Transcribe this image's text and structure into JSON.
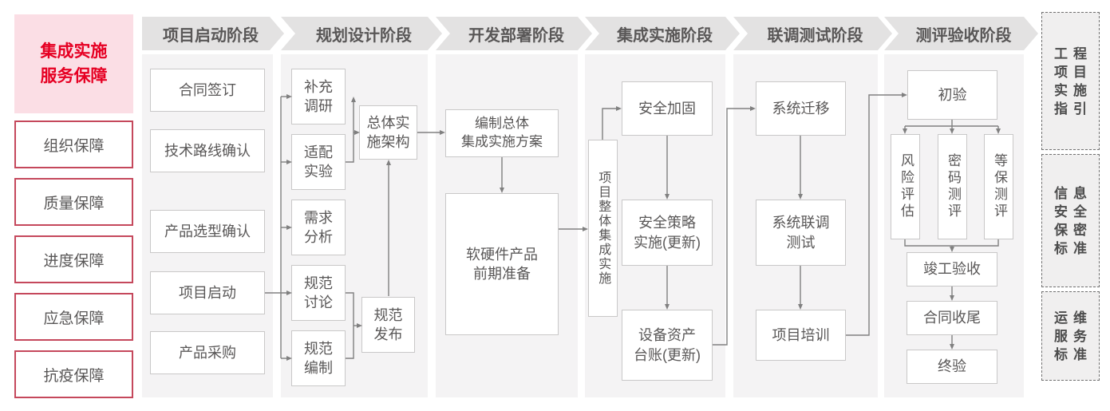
{
  "sidebar": {
    "title": "集成实施\n服务保障",
    "items": [
      "组织保障",
      "质量保障",
      "进度保障",
      "应急保障",
      "抗疫保障"
    ]
  },
  "phases": [
    "项目启动阶段",
    "规划设计阶段",
    "开发部署阶段",
    "集成实施阶段",
    "联调测试阶段",
    "测评验收阶段"
  ],
  "nodes": {
    "contract_signing": "合同签订",
    "tech_route_confirm": "技术路线确认",
    "product_selection_confirm": "产品选型确认",
    "project_kickoff": "项目启动",
    "product_procurement": "产品采购",
    "supplementary_research": "补充\n调研",
    "adaptation_test": "适配\n实验",
    "requirement_analysis": "需求\n分析",
    "spec_discussion": "规范\n讨论",
    "spec_compilation": "规范\n编制",
    "overall_impl_architecture": "总体实\n施架构",
    "spec_release": "规范\n发布",
    "compile_overall_plan": "编制总体\n集成实施方案",
    "hw_sw_preparation": "软硬件产品\n前期准备",
    "overall_integration_impl": "项目整体集成实施",
    "security_hardening": "安全加固",
    "security_policy_impl": "安全策略\n实施(更新)",
    "asset_ledger_update": "设备资产\n台账(更新)",
    "system_migration": "系统迁移",
    "system_joint_debug_test": "系统联调\n测试",
    "project_training": "项目培训",
    "initial_acceptance": "初验",
    "risk_assessment": "风险评估",
    "crypto_evaluation": "密码测评",
    "classified_protection_evaluation": "等保测评",
    "completion_acceptance": "竣工验收",
    "contract_closure": "合同收尾",
    "final_acceptance": "终验"
  },
  "standards": [
    "工程\n项目\n实施\n指引",
    "信息\n安全\n保密\n标准",
    "运维\n服务\n标准"
  ],
  "colors": {
    "accent_red": "#e60023",
    "pink_bg": "#fbdee5",
    "red_border": "#c5485c",
    "banner_bg": "#e3e2e2",
    "panel_bg": "#f4f3f4",
    "box_border": "#c9c8c8",
    "text_gray": "#595757",
    "arrow_gray": "#808080"
  }
}
